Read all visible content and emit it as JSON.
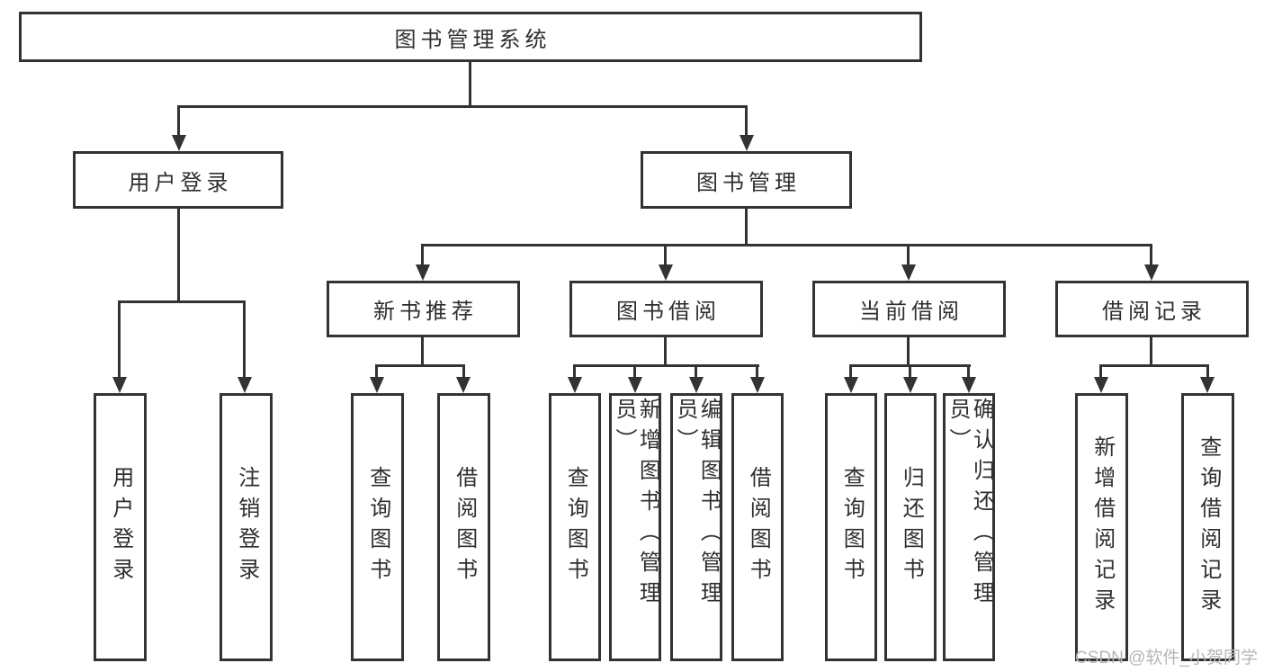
{
  "diagram_type": "hierarchy-tree",
  "tree": {
    "label": "图书管理系统",
    "children": [
      {
        "label": "用户登录",
        "children": [
          {
            "label": "用户登录"
          },
          {
            "label": "注销登录"
          }
        ]
      },
      {
        "label": "图书管理",
        "children": [
          {
            "label": "新书推荐",
            "children": [
              {
                "label": "查询图书"
              },
              {
                "label": "借阅图书"
              }
            ]
          },
          {
            "label": "图书借阅",
            "children": [
              {
                "label": "查询图书"
              },
              {
                "label": "新增图书（管理员）"
              },
              {
                "label": "编辑图书（管理员）"
              },
              {
                "label": "借阅图书"
              }
            ]
          },
          {
            "label": "当前借阅",
            "children": [
              {
                "label": "查询图书"
              },
              {
                "label": "归还图书"
              },
              {
                "label": "确认归还（管理员）"
              }
            ]
          },
          {
            "label": "借阅记录",
            "children": [
              {
                "label": "新增借阅记录"
              },
              {
                "label": "查询借阅记录"
              }
            ]
          }
        ]
      }
    ]
  },
  "watermark": {
    "text": "CSDN @软件_小贺同学",
    "color": "#b6b6b6"
  },
  "colors": {
    "line": "#333333",
    "box_border": "#333333",
    "text": "#2f2f2f",
    "background": "#ffffff"
  }
}
